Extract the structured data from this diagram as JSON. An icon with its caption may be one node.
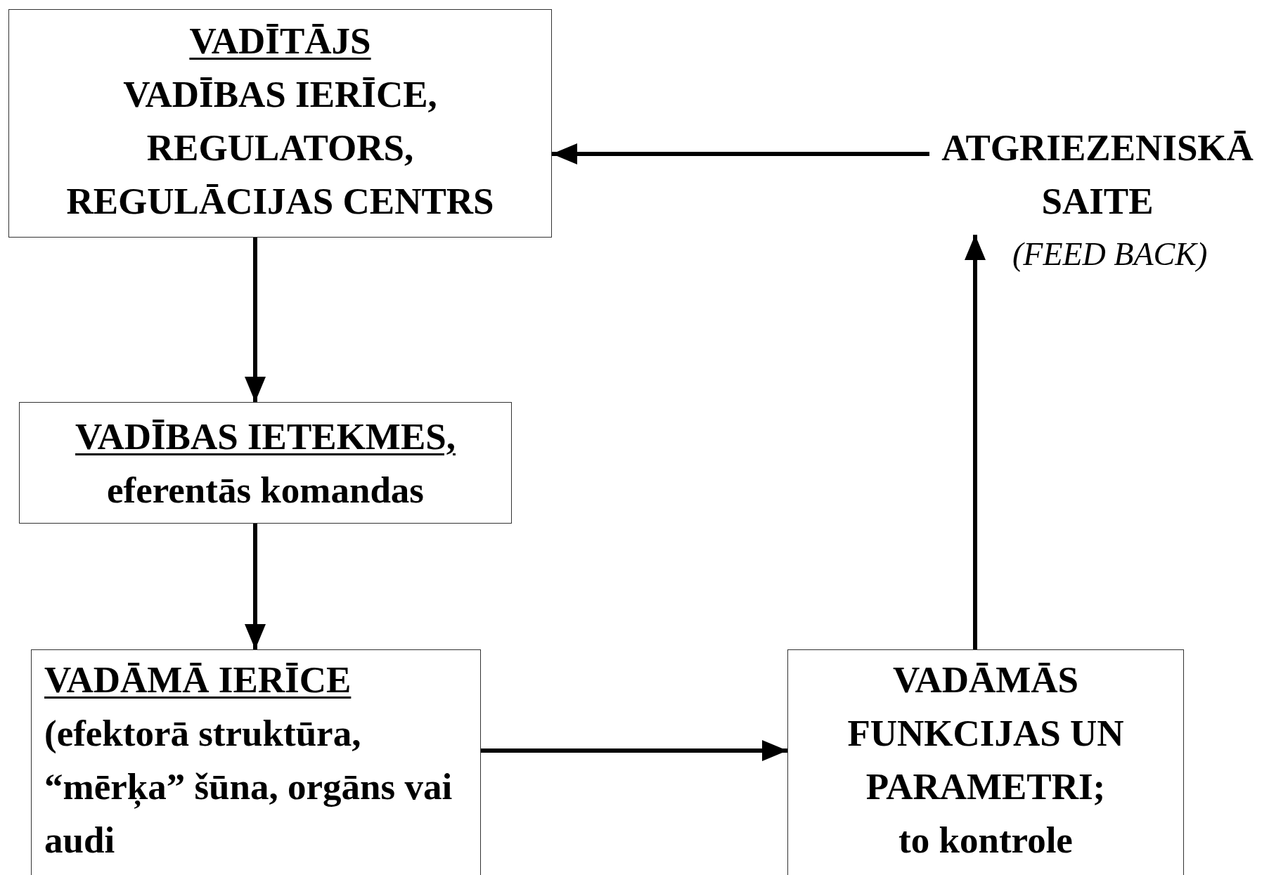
{
  "diagram": {
    "nodes": [
      {
        "text": [
          "VADĪTĀJS",
          "VADĪBAS IERĪCE, REGULATORS, REGULĀCIJAS CENTRS"
        ]
      },
      {
        "text": [
          "VADĪBAS IETEKMES,",
          "eferentās komandas"
        ]
      },
      {
        "text": [
          "VADĀMĀ IERĪCE",
          "(efektorā struktūra, “mērķa” šūna, orgāns vai audi"
        ]
      },
      {
        "text": [
          "VADĀMĀS FUNKCIJAS UN PARAMETRI;",
          "to kontrole"
        ]
      },
      {
        "text": [
          "ATGRIEZENISKĀ SAITE"
        ],
        "beside": [
          "(FEED BACK)"
        ]
      }
    ],
    "edges": [
      {
        "from": 0,
        "to": 1,
        "arrow": "to"
      },
      {
        "from": 1,
        "to": 2,
        "arrow": "to"
      },
      {
        "from": 2,
        "to": 3,
        "arrow": "to"
      },
      {
        "from": 3,
        "to": 4,
        "arrow": "to"
      },
      {
        "from": 4,
        "to": 0,
        "arrow": "to"
      }
    ]
  }
}
